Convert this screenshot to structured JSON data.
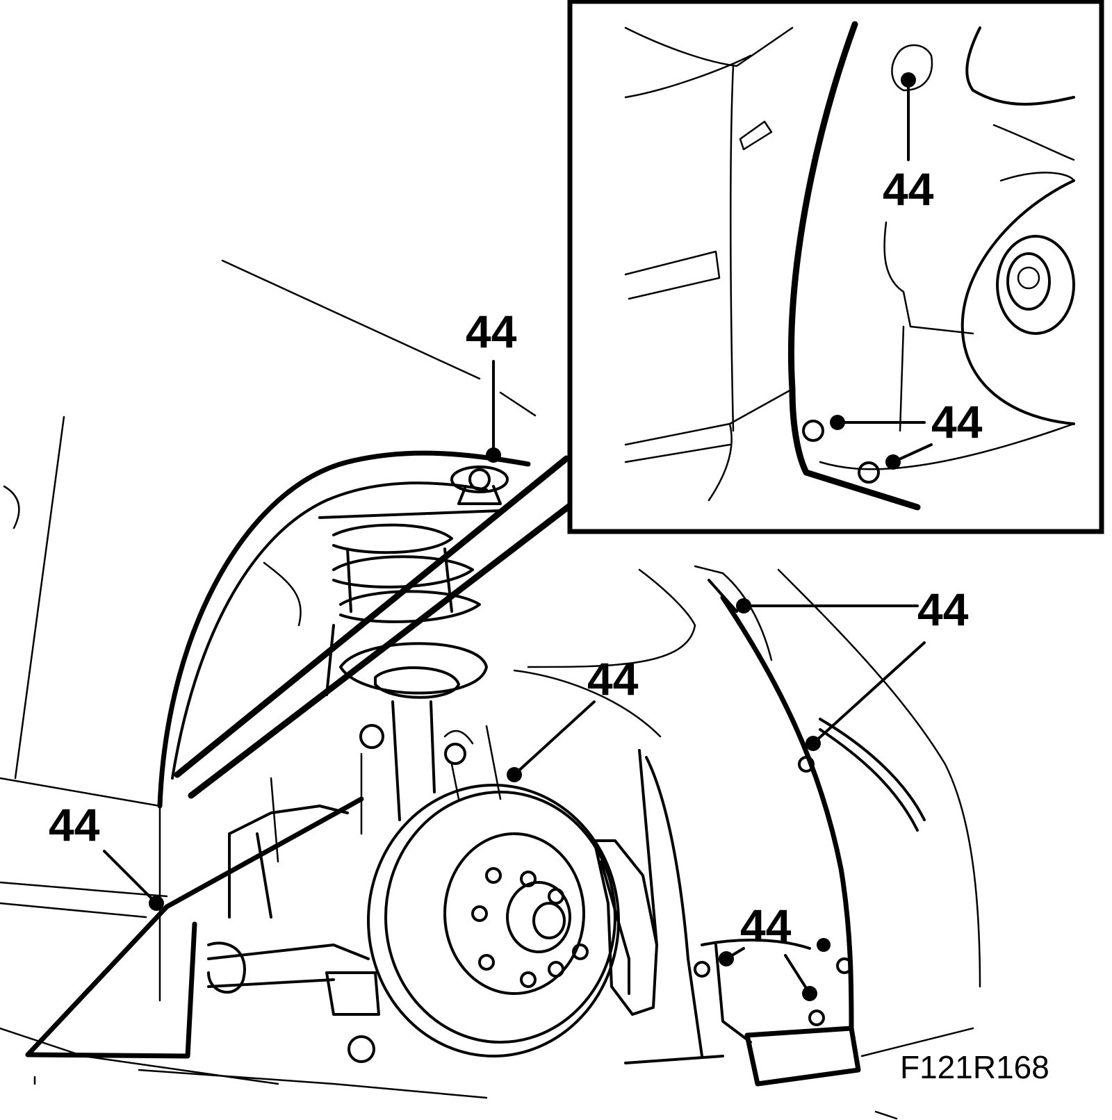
{
  "diagram": {
    "figure_id": "F121R168",
    "callouts": [
      {
        "id": "callout-top-strut",
        "label": "44"
      },
      {
        "id": "callout-left-front",
        "label": "44"
      },
      {
        "id": "callout-wheelarch-center",
        "label": "44"
      },
      {
        "id": "callout-liner-top-right",
        "label": "44"
      },
      {
        "id": "callout-liner-bottom",
        "label": "44"
      },
      {
        "id": "callout-inset-top",
        "label": "44"
      },
      {
        "id": "callout-inset-bottom",
        "label": "44"
      }
    ],
    "colors": {
      "ink": "#000000",
      "paper": "#ffffff"
    }
  }
}
